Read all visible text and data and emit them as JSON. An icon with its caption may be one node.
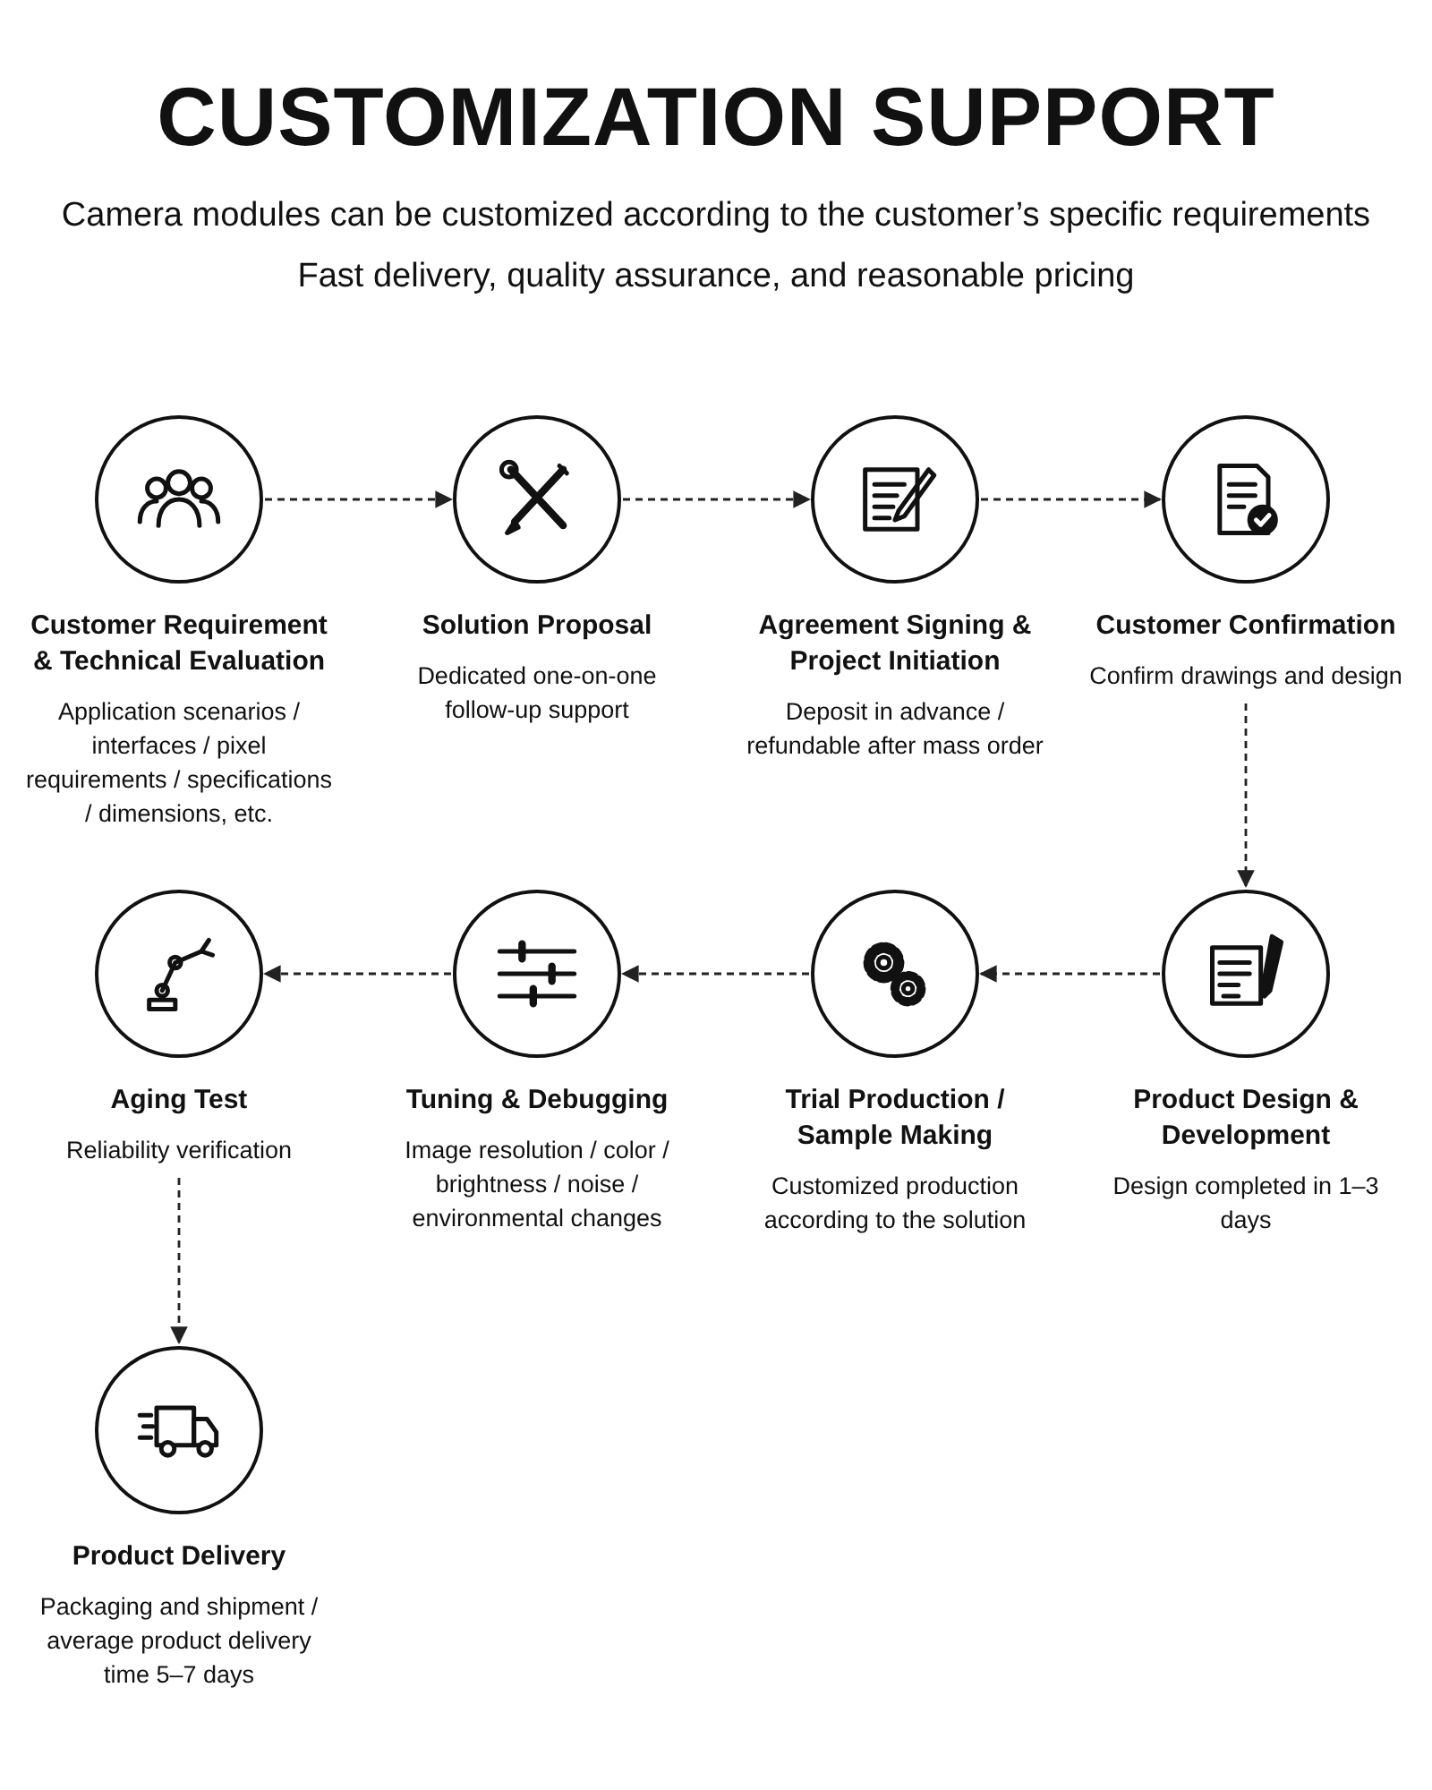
{
  "diagram": {
    "title": "CUSTOMIZATION SUPPORT",
    "nodes": [
      {
        "text": [
          "Customer Requirement & Technical Evaluation",
          "Application scenarios / interfaces / pixel requirements / specifications / dimensions, etc."
        ]
      },
      {
        "text": [
          "Solution Proposal",
          "Dedicated one-on-one follow-up support"
        ]
      },
      {
        "text": [
          "Agreement Signing & Project Initiation",
          "Deposit in advance / refundable after mass order"
        ]
      },
      {
        "text": [
          "Customer Confirmation",
          "Confirm drawings and design"
        ]
      },
      {
        "text": [
          "Product Design & Development",
          "Design completed in 1–3 days"
        ]
      },
      {
        "text": [
          "Trial Production / Sample Making",
          "Customized production according to the solution"
        ]
      },
      {
        "text": [
          "Tuning & Debugging",
          "Image resolution / color / brightness / noise / environmental changes"
        ]
      },
      {
        "text": [
          "Aging Test",
          "Reliability verification"
        ]
      },
      {
        "text": [
          "Product Delivery",
          "Packaging and shipment / average product delivery time 5–7 days"
        ]
      }
    ],
    "edges": [
      {
        "from": 0,
        "to": 1,
        "arrow": "to",
        "style": "dashed"
      },
      {
        "from": 1,
        "to": 2,
        "arrow": "to",
        "style": "dashed"
      },
      {
        "from": 2,
        "to": 3,
        "arrow": "to",
        "style": "dashed"
      },
      {
        "from": 3,
        "to": 4,
        "arrow": "to",
        "style": "dashed"
      },
      {
        "from": 4,
        "to": 5,
        "arrow": "to",
        "style": "dashed"
      },
      {
        "from": 5,
        "to": 6,
        "arrow": "to",
        "style": "dashed"
      },
      {
        "from": 6,
        "to": 7,
        "arrow": "to",
        "style": "dashed"
      },
      {
        "from": 7,
        "to": 8,
        "arrow": "to",
        "style": "dashed"
      }
    ],
    "labels": [
      "Camera modules can be customized according to the customer’s specific requirements",
      "Fast delivery, quality assurance, and reasonable pricing"
    ]
  }
}
